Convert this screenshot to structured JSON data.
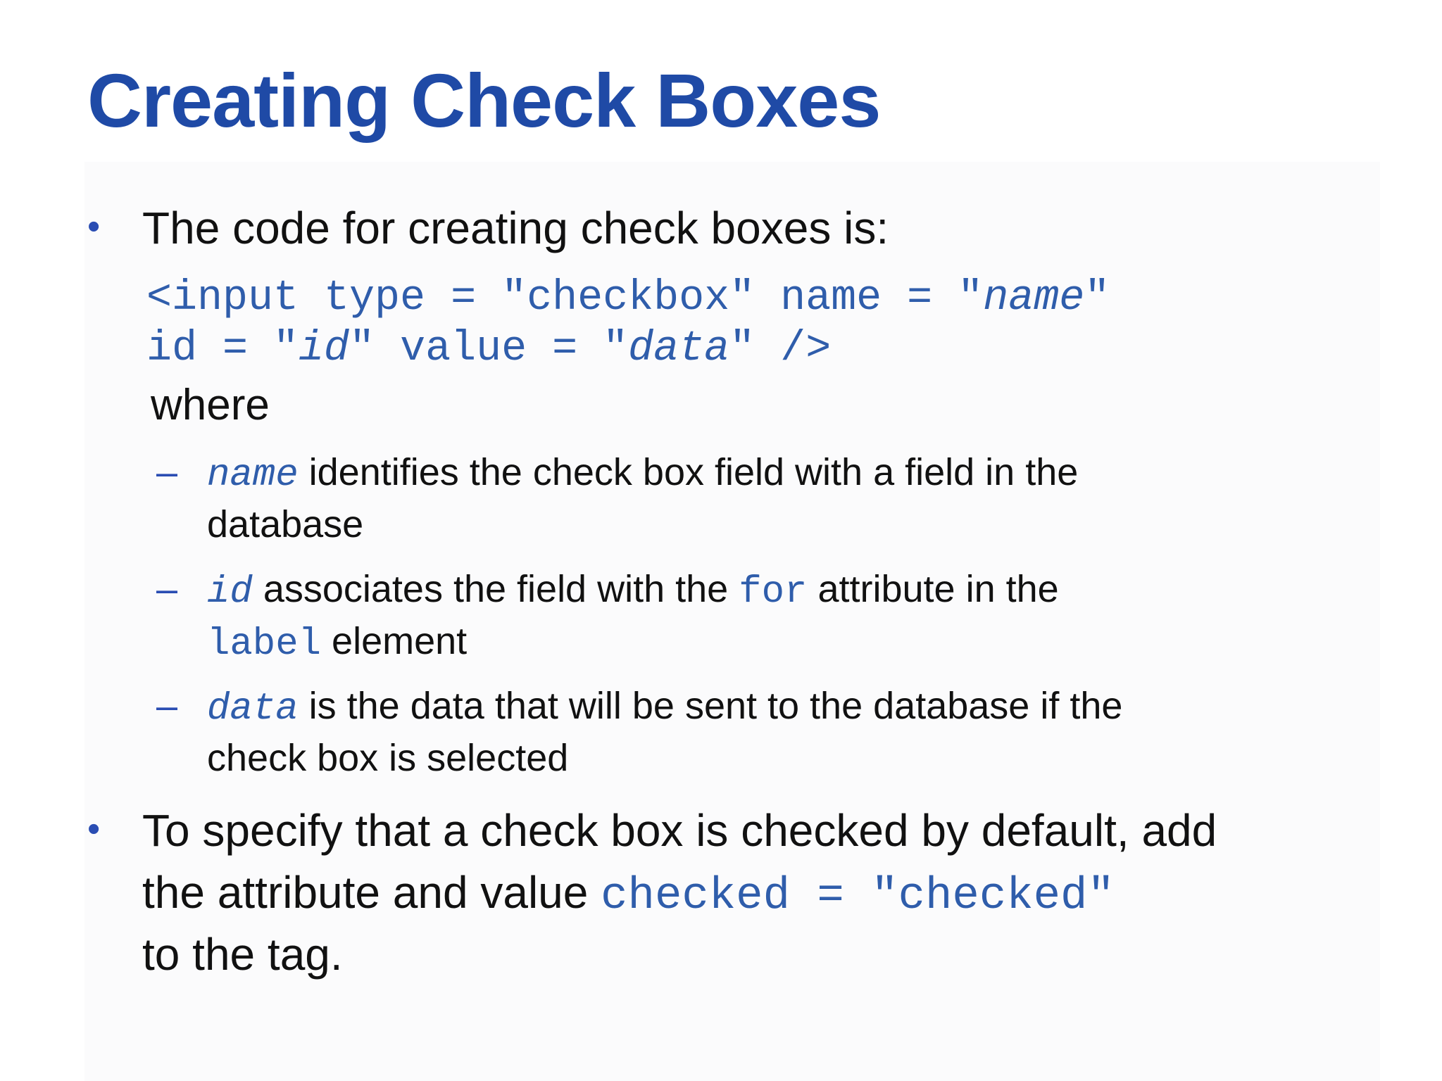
{
  "title": "Creating Check Boxes",
  "bullet1": {
    "text": "The code for creating check boxes is:"
  },
  "code": {
    "line1_part1": "<input type = \"checkbox\" name = \"",
    "line1_name": "name",
    "line1_end": "\"",
    "line2_part1": "id = \"",
    "line2_id": "id",
    "line2_part2": "\" value = \"",
    "line2_data": "data",
    "line2_end": "\" />"
  },
  "where": "where",
  "subitems": [
    {
      "dash": "–",
      "term": "name",
      "line1": "identifies the check box field with a field in the",
      "line2": "database"
    },
    {
      "dash": "–",
      "term": "id",
      "line1_a": "associates the field with the",
      "line1_code": "for",
      "line1_b": "attribute in the",
      "line2_code": "label",
      "line2_b": "element"
    },
    {
      "dash": "–",
      "term": "data",
      "line1": "is the data that will be sent to the database if the",
      "line2": "check box is selected"
    }
  ],
  "bullet2": {
    "line1": "To specify that a check box is checked by default, add",
    "line2_a": "the attribute and value",
    "line2_code": "checked = \"checked\"",
    "line3": "to the tag."
  },
  "bullet_glyph": "•",
  "colors": {
    "title": "#1f4aa6",
    "code": "#2f5dab",
    "bullet": "#2a4db3",
    "text": "#111111"
  }
}
